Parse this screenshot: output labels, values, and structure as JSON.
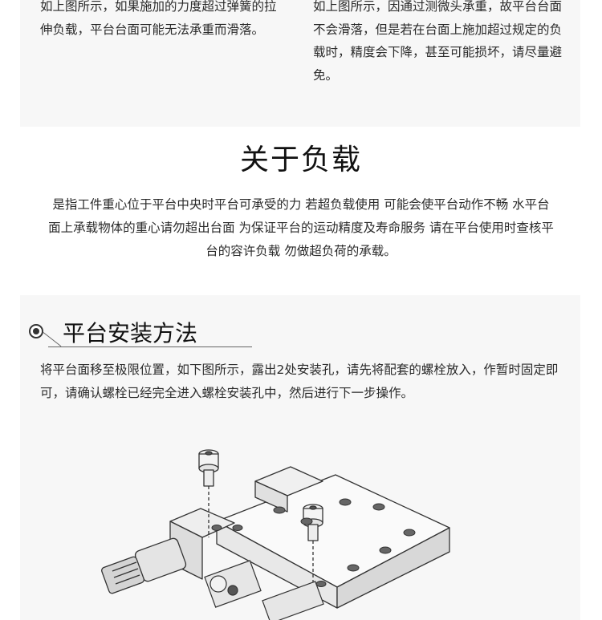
{
  "top_notes": {
    "left": "如上图所示，如果施加的力度超过弹簧的拉伸负载，平台台面可能无法承重而滑落。",
    "right": "如上图所示，因通过测微头承重，故平台台面不会滑落，但是若在台面上施加超过规定的负载时，精度会下降，甚至可能损坏，请尽量避免。"
  },
  "load_section": {
    "title": "关于负载",
    "body": "是指工件重心位于平台中央时平台可承受的力 若超负载使用 可能会使平台动作不畅 水平台面上承载物体的重心请勿超出台面 为保证平台的运动精度及寿命服务 请在平台使用时查核平台的容许负载 勿做超负荷的承载。"
  },
  "install_section": {
    "title": "平台安装方法",
    "body": "将平台面移至极限位置，如下图所示，露出2处安装孔，请先将配套的螺栓放入，作暂时固定即可，请确认螺栓已经完全进入螺栓安装孔中，然后进行下一步操作。"
  }
}
